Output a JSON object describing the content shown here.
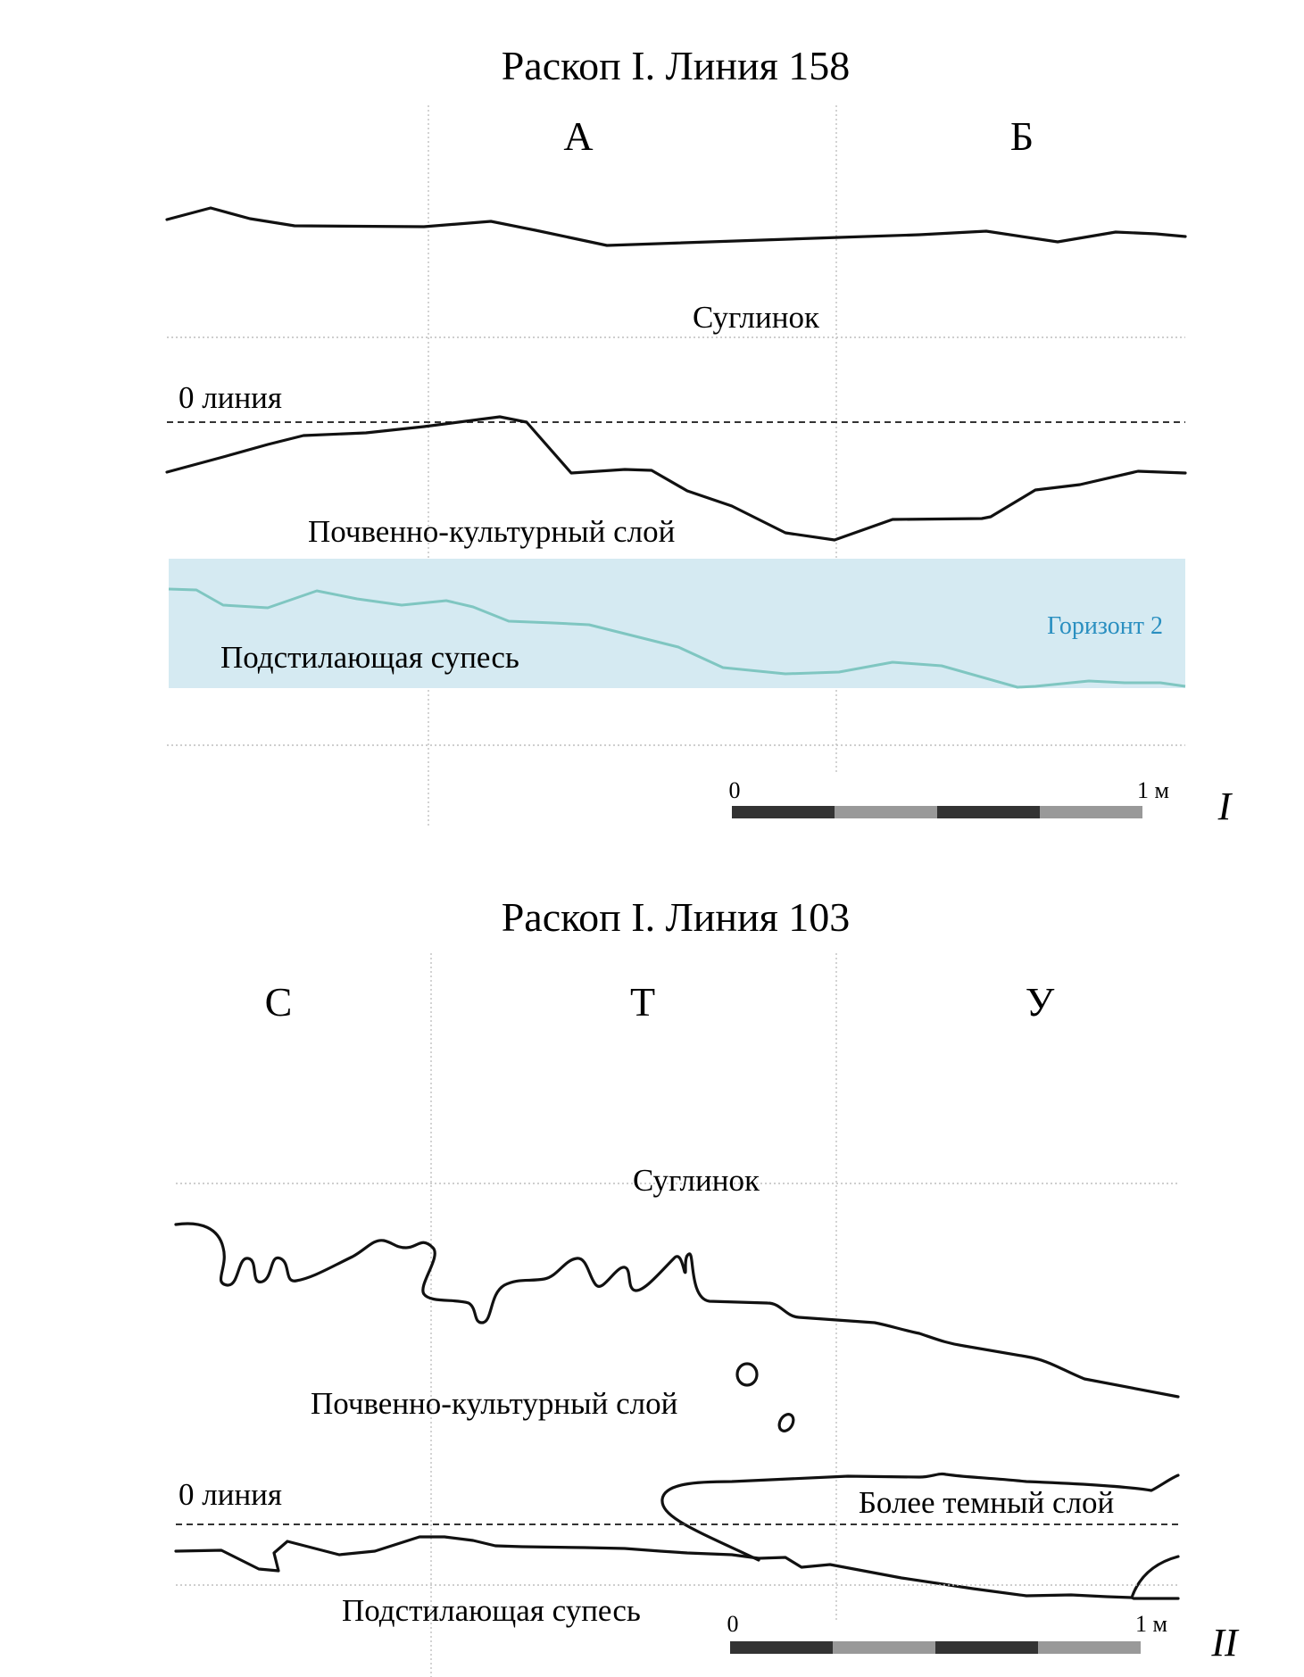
{
  "panel1": {
    "title": "Раскоп I. Линия 158",
    "columns": [
      "А",
      "Б"
    ],
    "labels": {
      "loam": "Суглинок",
      "zero_line": "0 линия",
      "soil_layer": "Почвенно-культурный слой",
      "horizon": "Горизонт 2",
      "underlying": "Подстилающая супесь"
    },
    "scale": {
      "start": "0",
      "end": "1 м"
    },
    "roman": "I",
    "colors": {
      "horizon_band": "#d5eaf2",
      "horizon_line": "#7fc6c1",
      "horizon_text": "#2a8fc0"
    }
  },
  "panel2": {
    "title": "Раскоп I. Линия 103",
    "columns": [
      "С",
      "Т",
      "У"
    ],
    "labels": {
      "loam": "Суглинок",
      "soil_layer": "Почвенно-культурный слой",
      "zero_line": "0 линия",
      "darker_layer": "Более темный слой",
      "underlying": "Подстилающая супесь"
    },
    "scale": {
      "start": "0",
      "end": "1 м"
    },
    "roman": "II"
  }
}
